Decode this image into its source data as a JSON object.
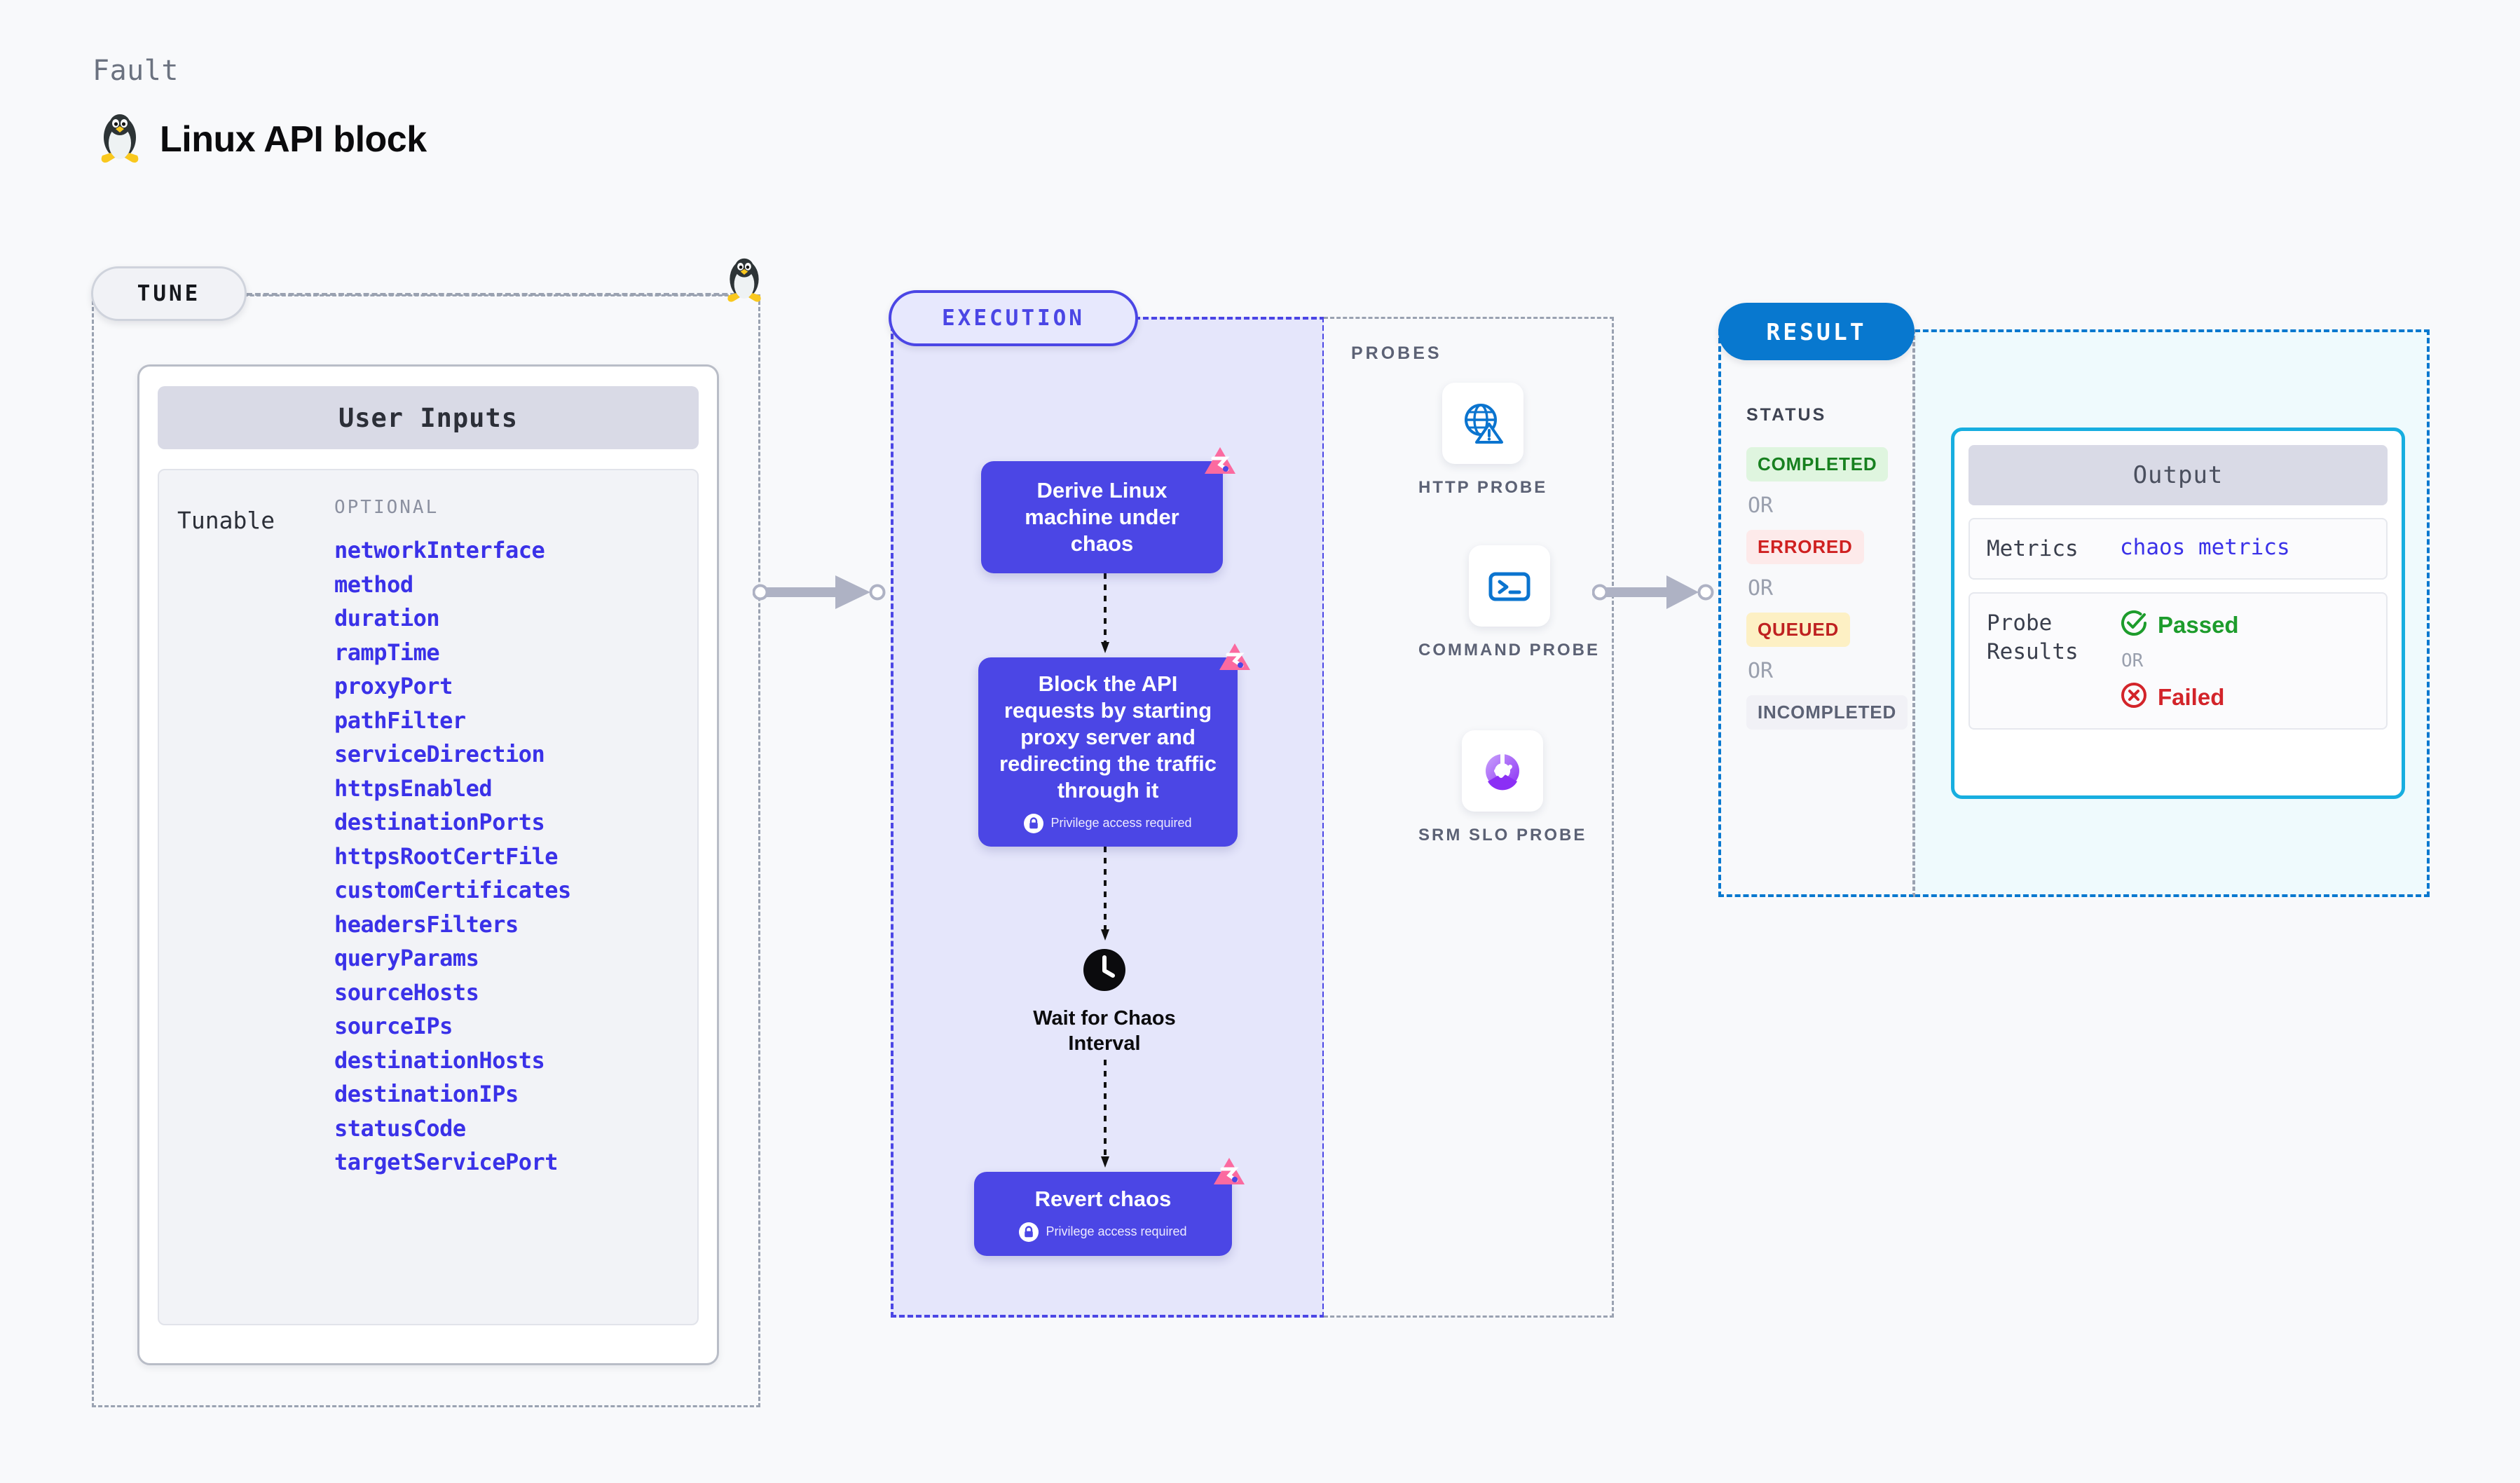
{
  "header": {
    "eyebrow": "Fault",
    "title": "Linux API block",
    "icon": "linux-penguin-icon"
  },
  "tune": {
    "pill_label": "TUNE",
    "card_title": "User Inputs",
    "row_label": "Tunable",
    "optional_label": "OPTIONAL",
    "tunables": [
      "networkInterface",
      "method",
      "duration",
      "rampTime",
      "proxyPort",
      "pathFilter",
      "serviceDirection",
      "httpsEnabled",
      "destinationPorts",
      "httpsRootCertFile",
      "customCertificates",
      "headersFilters",
      "queryParams",
      "sourceHosts",
      "sourceIPs",
      "destinationHosts",
      "destinationIPs",
      "statusCode",
      "targetServicePort"
    ]
  },
  "execution": {
    "pill_label": "EXECUTION",
    "nodes": [
      {
        "title": "Derive Linux machine under chaos",
        "privilege": null
      },
      {
        "title": "Block the API requests by starting proxy server and redirecting the traffic through it",
        "privilege": "Privilege access required"
      },
      {
        "title": "Revert chaos",
        "privilege": "Privilege access required"
      }
    ],
    "wait_label": "Wait for Chaos Interval",
    "wait_icon": "clock-icon"
  },
  "probes": {
    "title": "PROBES",
    "items": [
      {
        "label": "HTTP PROBE",
        "icon": "globe-warning-icon"
      },
      {
        "label": "COMMAND PROBE",
        "icon": "terminal-icon"
      },
      {
        "label": "SRM SLO PROBE",
        "icon": "slo-donut-check-icon"
      }
    ]
  },
  "result": {
    "pill_label": "RESULT",
    "status_title": "STATUS",
    "or_label": "OR",
    "statuses": [
      {
        "label": "COMPLETED",
        "bg": "#dff5df",
        "fg": "#17801f"
      },
      {
        "label": "ERRORED",
        "bg": "#fdeaea",
        "fg": "#cf2020"
      },
      {
        "label": "QUEUED",
        "bg": "#fdf0c4",
        "fg": "#bf2121"
      },
      {
        "label": "INCOMPLETED",
        "bg": "#f1f1f6",
        "fg": "#5c6275"
      }
    ],
    "output": {
      "title": "Output",
      "metrics_key": "Metrics",
      "metrics_value": "chaos metrics",
      "probe_results_key": "Probe Results",
      "passed_label": "Passed",
      "failed_label": "Failed",
      "or_label": "OR"
    }
  },
  "colors": {
    "brand_indigo": "#4b46e5",
    "brand_blue": "#0878cf",
    "cyan": "#17aee0",
    "chaos_pink": "#fb6aa0",
    "mono_blue": "#3a31e8"
  }
}
